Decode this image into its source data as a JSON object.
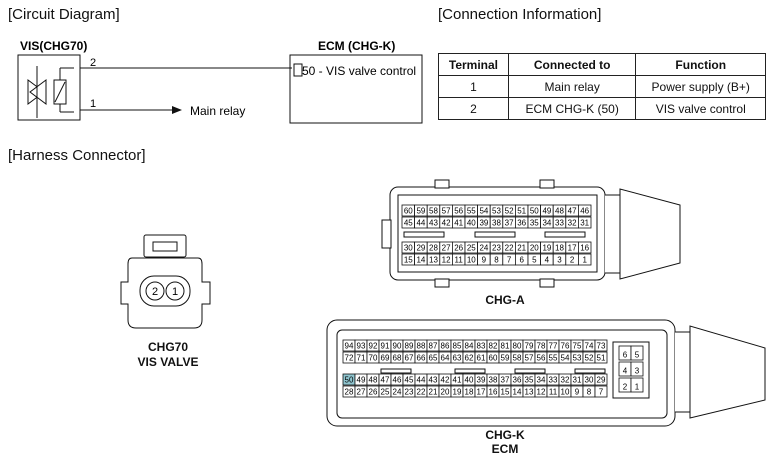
{
  "titles": {
    "circuit": "[Circuit Diagram]",
    "connection": "[Connection Information]",
    "harness": "[Harness Connector]"
  },
  "circuit": {
    "vis_label": "VIS(CHG70)",
    "ecm_label": "ECM (CHG-K)",
    "ecm_pin": "50 - VIS valve control",
    "wire_2": "2",
    "wire_1": "1",
    "main_relay": "Main relay"
  },
  "connection_table": {
    "headers": [
      "Terminal",
      "Connected to",
      "Function"
    ],
    "rows": [
      [
        "1",
        "Main relay",
        "Power supply (B+)"
      ],
      [
        "2",
        "ECM CHG-K (50)",
        "VIS valve control"
      ]
    ]
  },
  "connectors": {
    "chg70": {
      "name": "CHG70",
      "sub": "VIS VALVE",
      "pins": [
        "2",
        "1"
      ]
    },
    "chg_a": {
      "name": "CHG-A",
      "rows": [
        [
          "60",
          "59",
          "58",
          "57",
          "56",
          "55",
          "54",
          "53",
          "52",
          "51",
          "50",
          "49",
          "48",
          "47",
          "46"
        ],
        [
          "45",
          "44",
          "43",
          "42",
          "41",
          "40",
          "39",
          "38",
          "37",
          "36",
          "35",
          "34",
          "33",
          "32",
          "31"
        ],
        [
          "30",
          "29",
          "28",
          "27",
          "26",
          "25",
          "24",
          "23",
          "22",
          "21",
          "20",
          "19",
          "18",
          "17",
          "16"
        ],
        [
          "15",
          "14",
          "13",
          "12",
          "11",
          "10",
          "9",
          "8",
          "7",
          "6",
          "5",
          "4",
          "3",
          "2",
          "1"
        ]
      ]
    },
    "chg_k": {
      "name": "CHG-K",
      "sub": "ECM",
      "rows": [
        [
          "94",
          "93",
          "92",
          "91",
          "90",
          "89",
          "88",
          "87",
          "86",
          "85",
          "84",
          "83",
          "82",
          "81",
          "80",
          "79",
          "78",
          "77",
          "76",
          "75",
          "74",
          "73"
        ],
        [
          "72",
          "71",
          "70",
          "69",
          "68",
          "67",
          "66",
          "65",
          "64",
          "63",
          "62",
          "61",
          "60",
          "59",
          "58",
          "57",
          "56",
          "55",
          "54",
          "53",
          "52",
          "51"
        ],
        [
          "50",
          "49",
          "48",
          "47",
          "46",
          "45",
          "44",
          "43",
          "42",
          "41",
          "40",
          "39",
          "38",
          "37",
          "36",
          "35",
          "34",
          "33",
          "32",
          "31",
          "30",
          "29"
        ],
        [
          "28",
          "27",
          "26",
          "25",
          "24",
          "23",
          "22",
          "21",
          "20",
          "19",
          "18",
          "17",
          "16",
          "15",
          "14",
          "13",
          "12",
          "11",
          "10",
          "9",
          "8",
          "7"
        ]
      ],
      "side_pins": [
        [
          "6",
          "5"
        ],
        [
          "4",
          "3"
        ],
        [
          "2",
          "1"
        ]
      ],
      "highlight_pin": "50",
      "highlight_color": "#8fc5cf"
    }
  }
}
